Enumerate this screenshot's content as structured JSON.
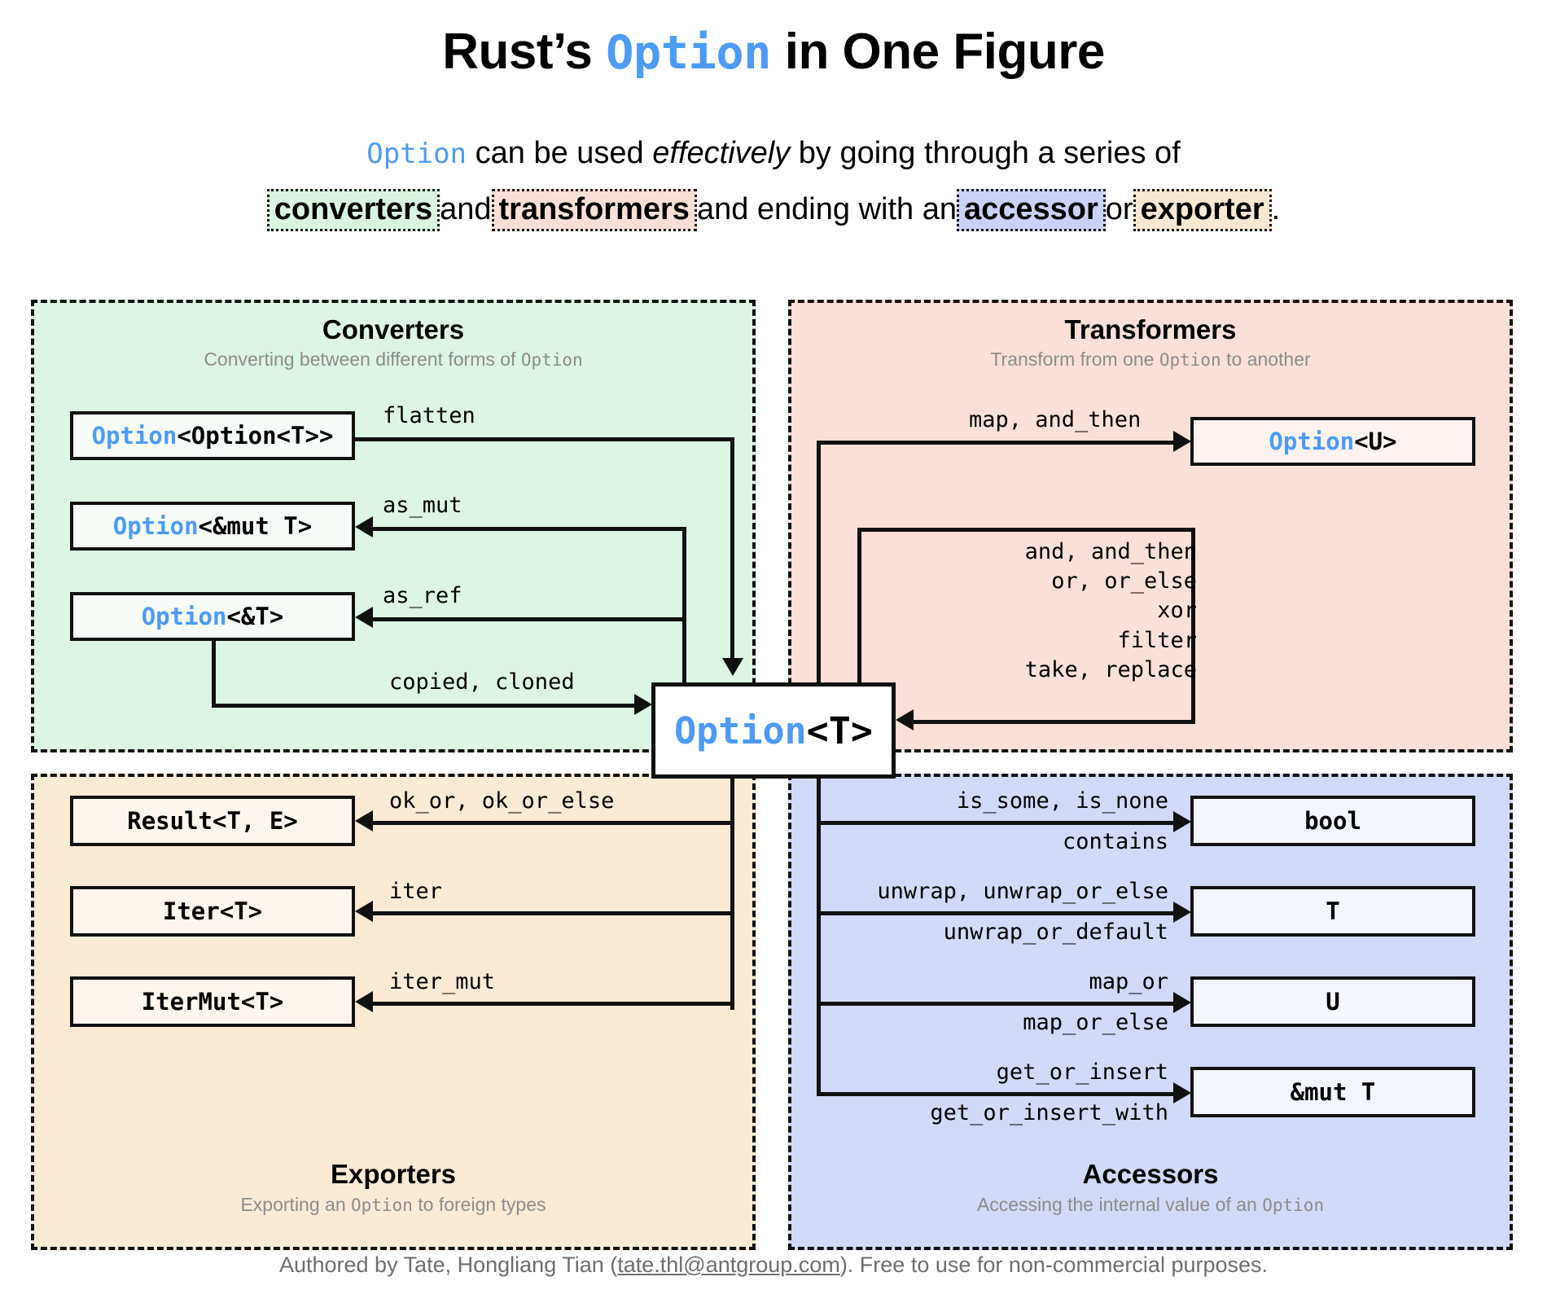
{
  "header": {
    "title_pre": "Rust’s ",
    "title_code": "Option",
    "title_post": " in One Figure",
    "subtitle_code": "Option",
    "subtitle_a": " can be used ",
    "subtitle_em": "effectively",
    "subtitle_b": " by going through a series of",
    "chip_converters": "converters",
    "word_and1": "and",
    "chip_transformers": "transformers",
    "word_and2": "and ending with an",
    "chip_accessors": "accessor",
    "word_or": "or",
    "chip_exporters": "exporter",
    "period": "."
  },
  "colors": {
    "accent_blue": "#4d9bf5",
    "converters_bg": "#ddf5e4",
    "transformers_bg": "#fae0d8",
    "exporters_bg": "#fbead4",
    "accessors_bg": "#d3d9f8",
    "muted_text": "#8c8c8c",
    "stroke": "#111111"
  },
  "central": {
    "label": "Option<T>",
    "code_prefix": "Option",
    "code_suffix": "<T>"
  },
  "panels": {
    "converters": {
      "title": "Converters",
      "subtitle_a": "Converting between different forms of ",
      "subtitle_code": "Option",
      "boxes": [
        {
          "prefix": "Option",
          "suffix": "<Option<T>>",
          "full": "Option<Option<T>>"
        },
        {
          "prefix": "Option",
          "suffix": "<&mut T>",
          "full": "Option<&mut T>"
        },
        {
          "prefix": "Option",
          "suffix": "<&T>",
          "full": "Option<&T>"
        }
      ],
      "edges": [
        {
          "label": "flatten",
          "from": "Option<Option<T>>",
          "to": "Option<T>"
        },
        {
          "label": "as_mut",
          "from": "Option<T>",
          "to": "Option<&mut T>"
        },
        {
          "label": "as_ref",
          "from": "Option<T>",
          "to": "Option<&T>"
        },
        {
          "label": "copied, cloned",
          "from": "Option<&T>",
          "to": "Option<T>"
        }
      ]
    },
    "transformers": {
      "title": "Transformers",
      "subtitle_a": "Transform from one ",
      "subtitle_code": "Option",
      "subtitle_b": " to another",
      "boxes": [
        {
          "prefix": "Option",
          "suffix": "<U>",
          "full": "Option<U>"
        }
      ],
      "edges": [
        {
          "label": "map, and_then",
          "from": "Option<T>",
          "to": "Option<U>"
        },
        {
          "label": "and, and_then\nor, or_else\nxor\nfilter\ntake, replace",
          "from": "Option<T>",
          "to": "Option<T>"
        }
      ]
    },
    "exporters": {
      "title": "Exporters",
      "subtitle_a": "Exporting an ",
      "subtitle_code": "Option",
      "subtitle_b": " to foreign types",
      "boxes": [
        {
          "full": "Result<T, E>"
        },
        {
          "full": "Iter<T>"
        },
        {
          "full": "IterMut<T>"
        }
      ],
      "edges": [
        {
          "label": "ok_or, ok_or_else",
          "from": "Option<T>",
          "to": "Result<T, E>"
        },
        {
          "label": "iter",
          "from": "Option<T>",
          "to": "Iter<T>"
        },
        {
          "label": "iter_mut",
          "from": "Option<T>",
          "to": "IterMut<T>"
        }
      ]
    },
    "accessors": {
      "title": "Accessors",
      "subtitle_a": "Accessing the internal value of an ",
      "subtitle_code": "Option",
      "boxes": [
        {
          "full": "bool"
        },
        {
          "full": "T"
        },
        {
          "full": "U"
        },
        {
          "full": "&mut T"
        }
      ],
      "edges": [
        {
          "label_above": "is_some, is_none",
          "label_below": "contains",
          "to": "bool"
        },
        {
          "label_above": "unwrap, unwrap_or_else",
          "label_below": "unwrap_or_default",
          "to": "T"
        },
        {
          "label_above": "map_or",
          "label_below": "map_or_else",
          "to": "U"
        },
        {
          "label_above": "get_or_insert",
          "label_below": "get_or_insert_with",
          "to": "&mut T"
        }
      ]
    }
  },
  "footer": {
    "pre": "Authored by Tate, Hongliang Tian (",
    "email": "tate.thl@antgroup.com",
    "post": "). Free to use for non-commercial purposes."
  }
}
